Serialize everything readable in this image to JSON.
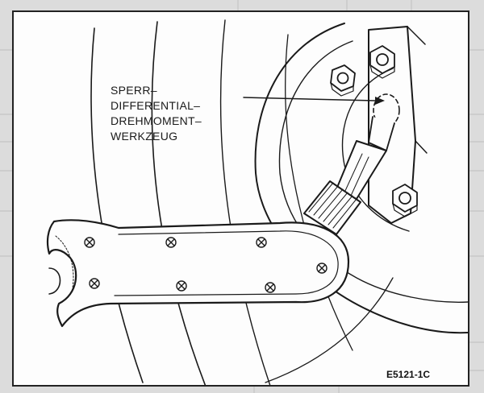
{
  "callout": {
    "lines": [
      "SPERR–",
      "DIFFERENTIAL–",
      "DREHMOMENT–",
      "WERKZEUG"
    ]
  },
  "figure_id": "E5121-1C",
  "colors": {
    "ink": "#1a1a1a",
    "paper": "#fdfdfd",
    "bleed": "#dcdcdc"
  }
}
